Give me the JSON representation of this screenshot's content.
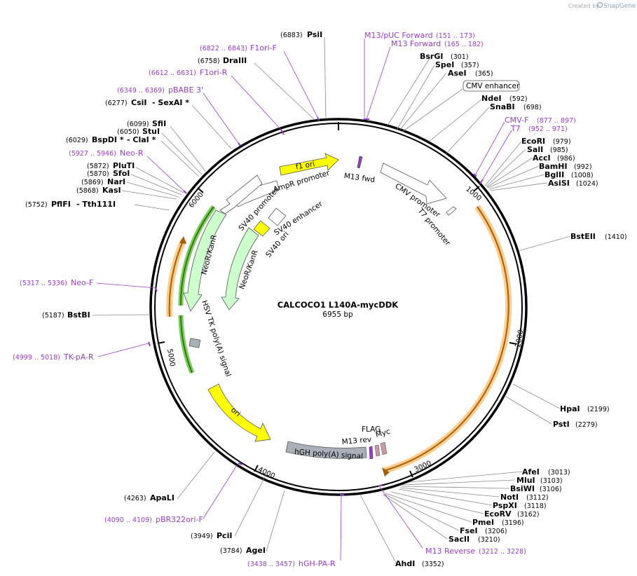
{
  "credit": {
    "created_by": "Created by",
    "brand": "SnapGene"
  },
  "plasmid": {
    "name": "CALCOCO1 L140A-mycDDK",
    "length": "6955 bp"
  },
  "ticks": [
    "1000",
    "2000",
    "3000",
    "4000",
    "5000",
    "6000"
  ],
  "enzymes": [
    {
      "name": "PsiI",
      "pos": "(6883)"
    },
    {
      "name": "DraIII",
      "pos": "(6758)"
    },
    {
      "name": "CsiI",
      "extra": "- SexAI *",
      "pos": "(6277)"
    },
    {
      "name": "SfiI",
      "pos": "(6099)"
    },
    {
      "name": "StuI",
      "pos": "(6050)"
    },
    {
      "name": "BspDI *",
      "extra": "- ClaI *",
      "pos": "(6029)"
    },
    {
      "name": "PluTI",
      "pos": "(5872)"
    },
    {
      "name": "SfoI",
      "pos": "(5870)"
    },
    {
      "name": "NarI",
      "pos": "(5869)"
    },
    {
      "name": "KasI",
      "pos": "(5868)"
    },
    {
      "name": "PflFI",
      "extra": "- Tth111I",
      "pos": "(5752)"
    },
    {
      "name": "BstBI",
      "pos": "(5187)"
    },
    {
      "name": "ApaLI",
      "pos": "(4263)"
    },
    {
      "name": "PciI",
      "pos": "(3949)"
    },
    {
      "name": "AgeI",
      "pos": "(3784)"
    },
    {
      "name": "AhdI",
      "pos": "(3352)"
    },
    {
      "name": "BsrGI",
      "pos": "(301)"
    },
    {
      "name": "SpeI",
      "pos": "(357)"
    },
    {
      "name": "AseI",
      "pos": "(365)"
    },
    {
      "name": "NdeI",
      "pos": "(592)"
    },
    {
      "name": "SnaBI",
      "pos": "(698)"
    },
    {
      "name": "EcoRI",
      "pos": "(979)"
    },
    {
      "name": "SalI",
      "pos": "(985)"
    },
    {
      "name": "AccI",
      "pos": "(986)"
    },
    {
      "name": "BamHI",
      "pos": "(992)"
    },
    {
      "name": "BglII",
      "pos": "(1008)"
    },
    {
      "name": "AsiSI",
      "pos": "(1024)"
    },
    {
      "name": "BstEII",
      "pos": "(1410)"
    },
    {
      "name": "HpaI",
      "pos": "(2199)"
    },
    {
      "name": "PstI",
      "pos": "(2279)"
    },
    {
      "name": "AfeI",
      "pos": "(3013)"
    },
    {
      "name": "MluI",
      "pos": "(3103)"
    },
    {
      "name": "BsiWI",
      "pos": "(3106)"
    },
    {
      "name": "NotI",
      "pos": "(3112)"
    },
    {
      "name": "PspXI",
      "pos": "(3118)"
    },
    {
      "name": "EcoRV",
      "pos": "(3162)"
    },
    {
      "name": "PmeI",
      "pos": "(3196)"
    },
    {
      "name": "FseI",
      "pos": "(3206)"
    },
    {
      "name": "SacII",
      "pos": "(3210)"
    }
  ],
  "primers": [
    {
      "name": "F1ori-F",
      "range": "(6822 .. 6843)"
    },
    {
      "name": "F1ori-R",
      "range": "(6612 .. 6631)"
    },
    {
      "name": "pBABE 3'",
      "range": "(6349 .. 6369)"
    },
    {
      "name": "Neo-R",
      "range": "(5927 .. 5946)"
    },
    {
      "name": "Neo-F",
      "range": "(5317 .. 5336)"
    },
    {
      "name": "TK-pA-R",
      "range": "(4999 .. 5018)"
    },
    {
      "name": "pBR322ori-F",
      "range": "(4090 .. 4109)"
    },
    {
      "name": "hGH-PA-R",
      "range": "(3438 .. 3457)"
    },
    {
      "name": "M13 Reverse",
      "range": "(3212 .. 3228)"
    },
    {
      "name": "M13/pUC Forward",
      "range": "(151 .. 173)"
    },
    {
      "name": "M13 Forward",
      "range": "(165 .. 182)"
    },
    {
      "name": "CMV-F",
      "range": "(877 .. 897)"
    },
    {
      "name": "T7",
      "range": "(952 .. 971)"
    }
  ],
  "features": {
    "cmv_enhancer_box": "CMV enhancer",
    "f1_ori": "f1 ori",
    "m13_fwd": "M13 fwd",
    "ampr_promoter": "AmpR promoter",
    "sv40_promoter": "SV40 promoter",
    "sv40_enhancer": "SV40 enhancer",
    "sv40_ori": "SV40 ori",
    "neokanr_1": "NeoR/KanR",
    "neokanr_2": "NeoR/KanR",
    "hsv_tk": "HSV TK poly(A) signal",
    "cmv_promoter": "CMV promoter",
    "t7_promoter": "T7 promoter",
    "ori": "ori",
    "hgh": "hGH poly(A) signal",
    "m13_rev": "M13 rev",
    "flag": "FLAG",
    "myc": "Myc"
  },
  "colors": {
    "primer": "#9a3bd0",
    "ori_yellow": "#ffff00",
    "neo_green": "#ccffcc",
    "insert_orange": "#ffcc88",
    "hgh_gray": "#aab0b8",
    "leader_gray": "#888888"
  }
}
